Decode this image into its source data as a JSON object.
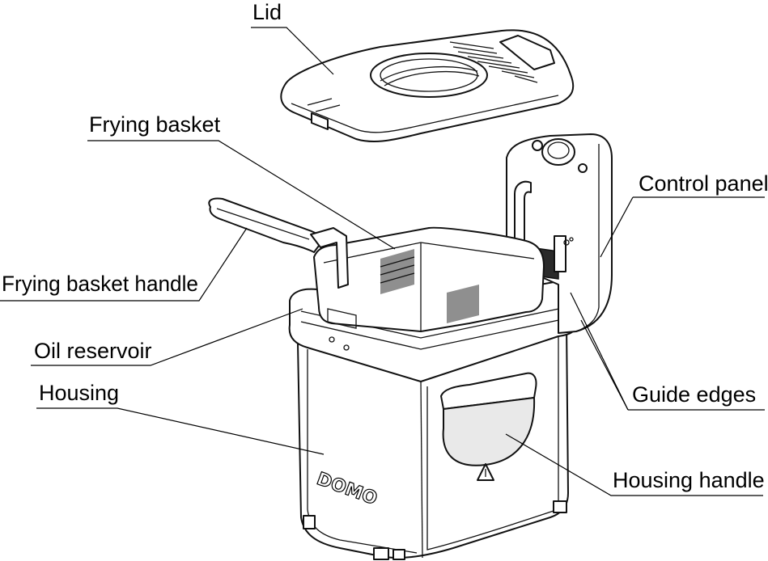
{
  "labels": {
    "lid": "Lid",
    "frying_basket": "Frying basket",
    "control_panel": "Control panel",
    "frying_basket_handle": "Frying basket handle",
    "oil_reservoir": "Oil reservoir",
    "housing": "Housing",
    "guide_edges": "Guide edges",
    "housing_handle": "Housing handle"
  },
  "brand": "DOMO"
}
